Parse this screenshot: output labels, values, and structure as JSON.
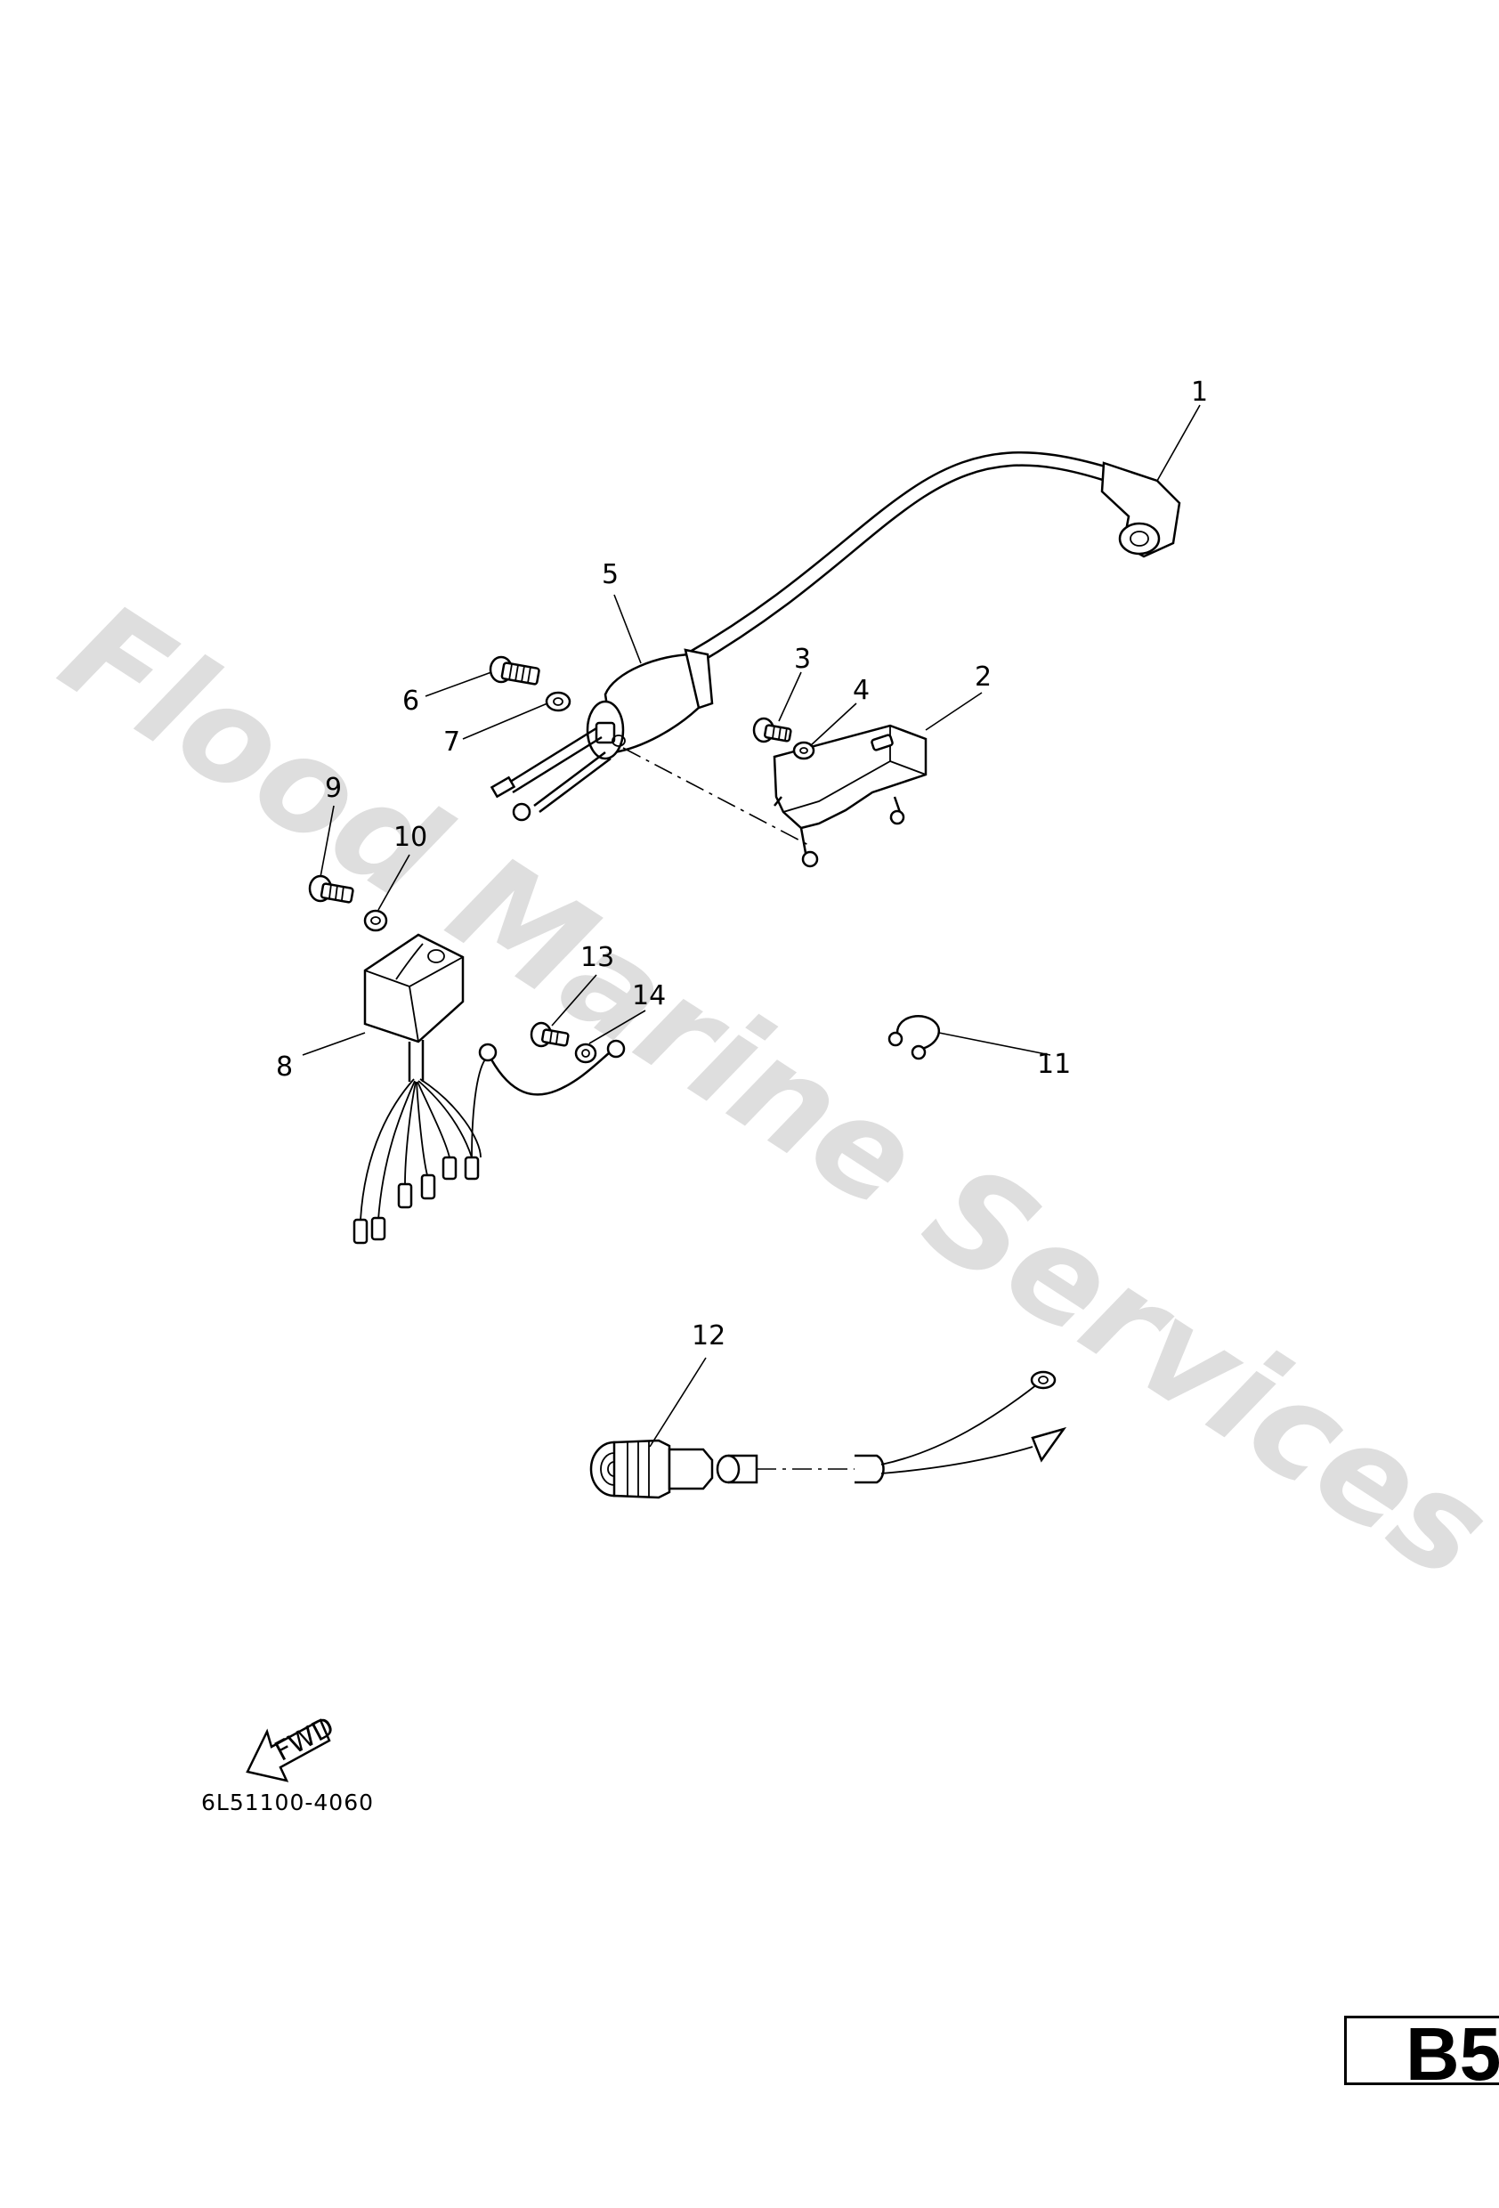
{
  "watermark": "Flood Marine Services",
  "part_code": "6L51100-4060",
  "page_badge": "B5",
  "fwd_label": "FWD",
  "callouts": [
    {
      "id": "1",
      "label": "1"
    },
    {
      "id": "2",
      "label": "2"
    },
    {
      "id": "3",
      "label": "3"
    },
    {
      "id": "4",
      "label": "4"
    },
    {
      "id": "5",
      "label": "5"
    },
    {
      "id": "6",
      "label": "6"
    },
    {
      "id": "7",
      "label": "7"
    },
    {
      "id": "8",
      "label": "8"
    },
    {
      "id": "9",
      "label": "9"
    },
    {
      "id": "10",
      "label": "10"
    },
    {
      "id": "11",
      "label": "11"
    },
    {
      "id": "12",
      "label": "12"
    },
    {
      "id": "13",
      "label": "13"
    },
    {
      "id": "14",
      "label": "14"
    }
  ],
  "colors": {
    "line": "#000000",
    "watermark": "#d9d9d9",
    "background": "#ffffff"
  }
}
